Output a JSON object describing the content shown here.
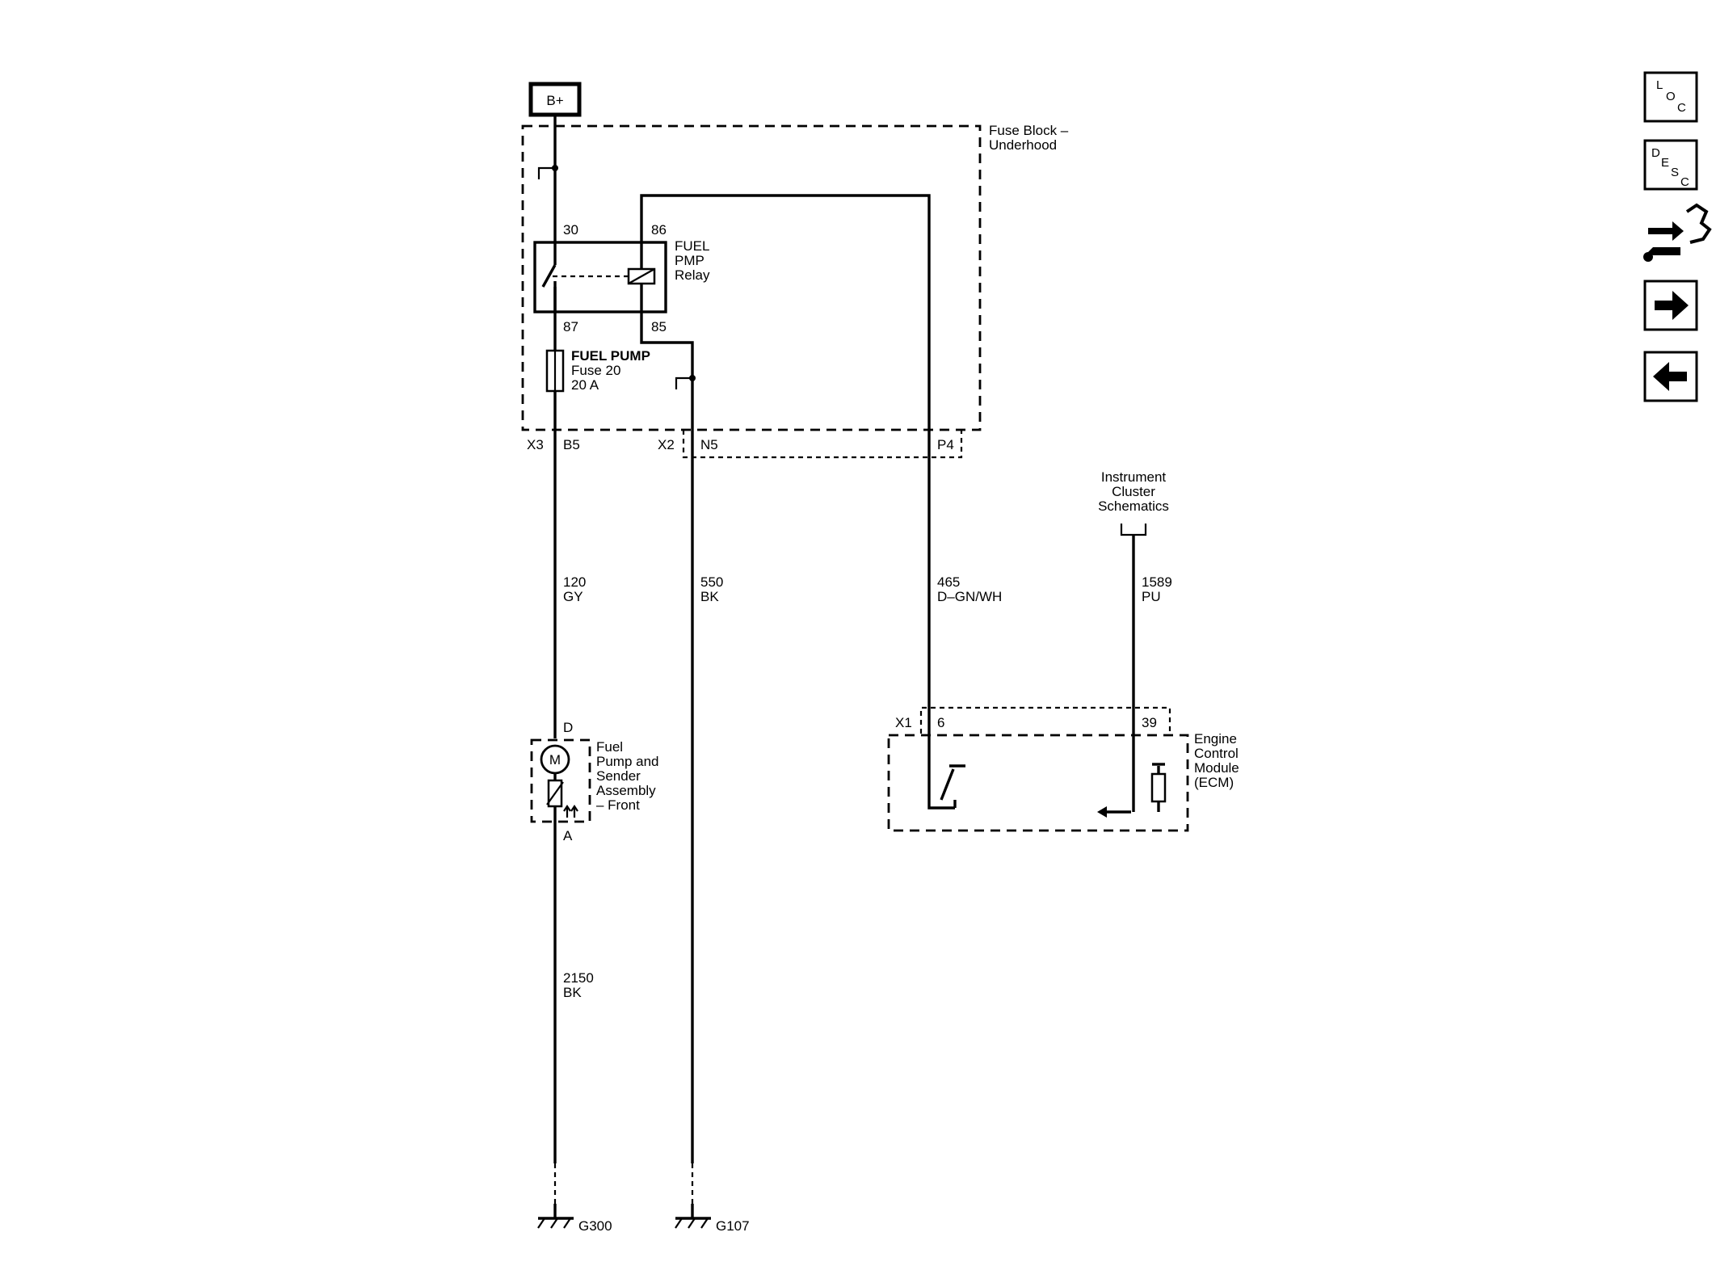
{
  "power": {
    "label": "B+"
  },
  "fuse_block": {
    "line1": "Fuse Block –",
    "line2": "Underhood"
  },
  "relay": {
    "line1": "FUEL",
    "line2": "PMP",
    "line3": "Relay",
    "pin_30": "30",
    "pin_86": "86",
    "pin_87": "87",
    "pin_85": "85"
  },
  "fuse": {
    "line1": "FUEL PUMP",
    "line2": "Fuse 20",
    "line3": "20 A"
  },
  "connectors": {
    "x3": "X3",
    "b5": "B5",
    "x2": "X2",
    "n5": "N5",
    "p4": "P4",
    "x1": "X1",
    "pin_6": "6",
    "pin_39": "39",
    "pin_d": "D",
    "pin_a": "A"
  },
  "circuits": {
    "c120": {
      "num": "120",
      "color": "GY"
    },
    "c550": {
      "num": "550",
      "color": "BK"
    },
    "c465": {
      "num": "465",
      "color": "D–GN/WH"
    },
    "c1589": {
      "num": "1589",
      "color": "PU"
    },
    "c2150": {
      "num": "2150",
      "color": "BK"
    }
  },
  "instrument_cluster": {
    "line1": "Instrument",
    "line2": "Cluster",
    "line3": "Schematics"
  },
  "fuel_pump_assembly": {
    "motor": "M",
    "line1": "Fuel",
    "line2": "Pump and",
    "line3": "Sender",
    "line4": "Assembly",
    "line5": "– Front"
  },
  "ecm": {
    "line1": "Engine",
    "line2": "Control",
    "line3": "Module",
    "line4": "(ECM)"
  },
  "grounds": {
    "g300": "G300",
    "g107": "G107"
  },
  "toolbar": {
    "loc": [
      "L",
      "O",
      "C"
    ],
    "desc": [
      "D",
      "E",
      "S",
      "C"
    ]
  }
}
